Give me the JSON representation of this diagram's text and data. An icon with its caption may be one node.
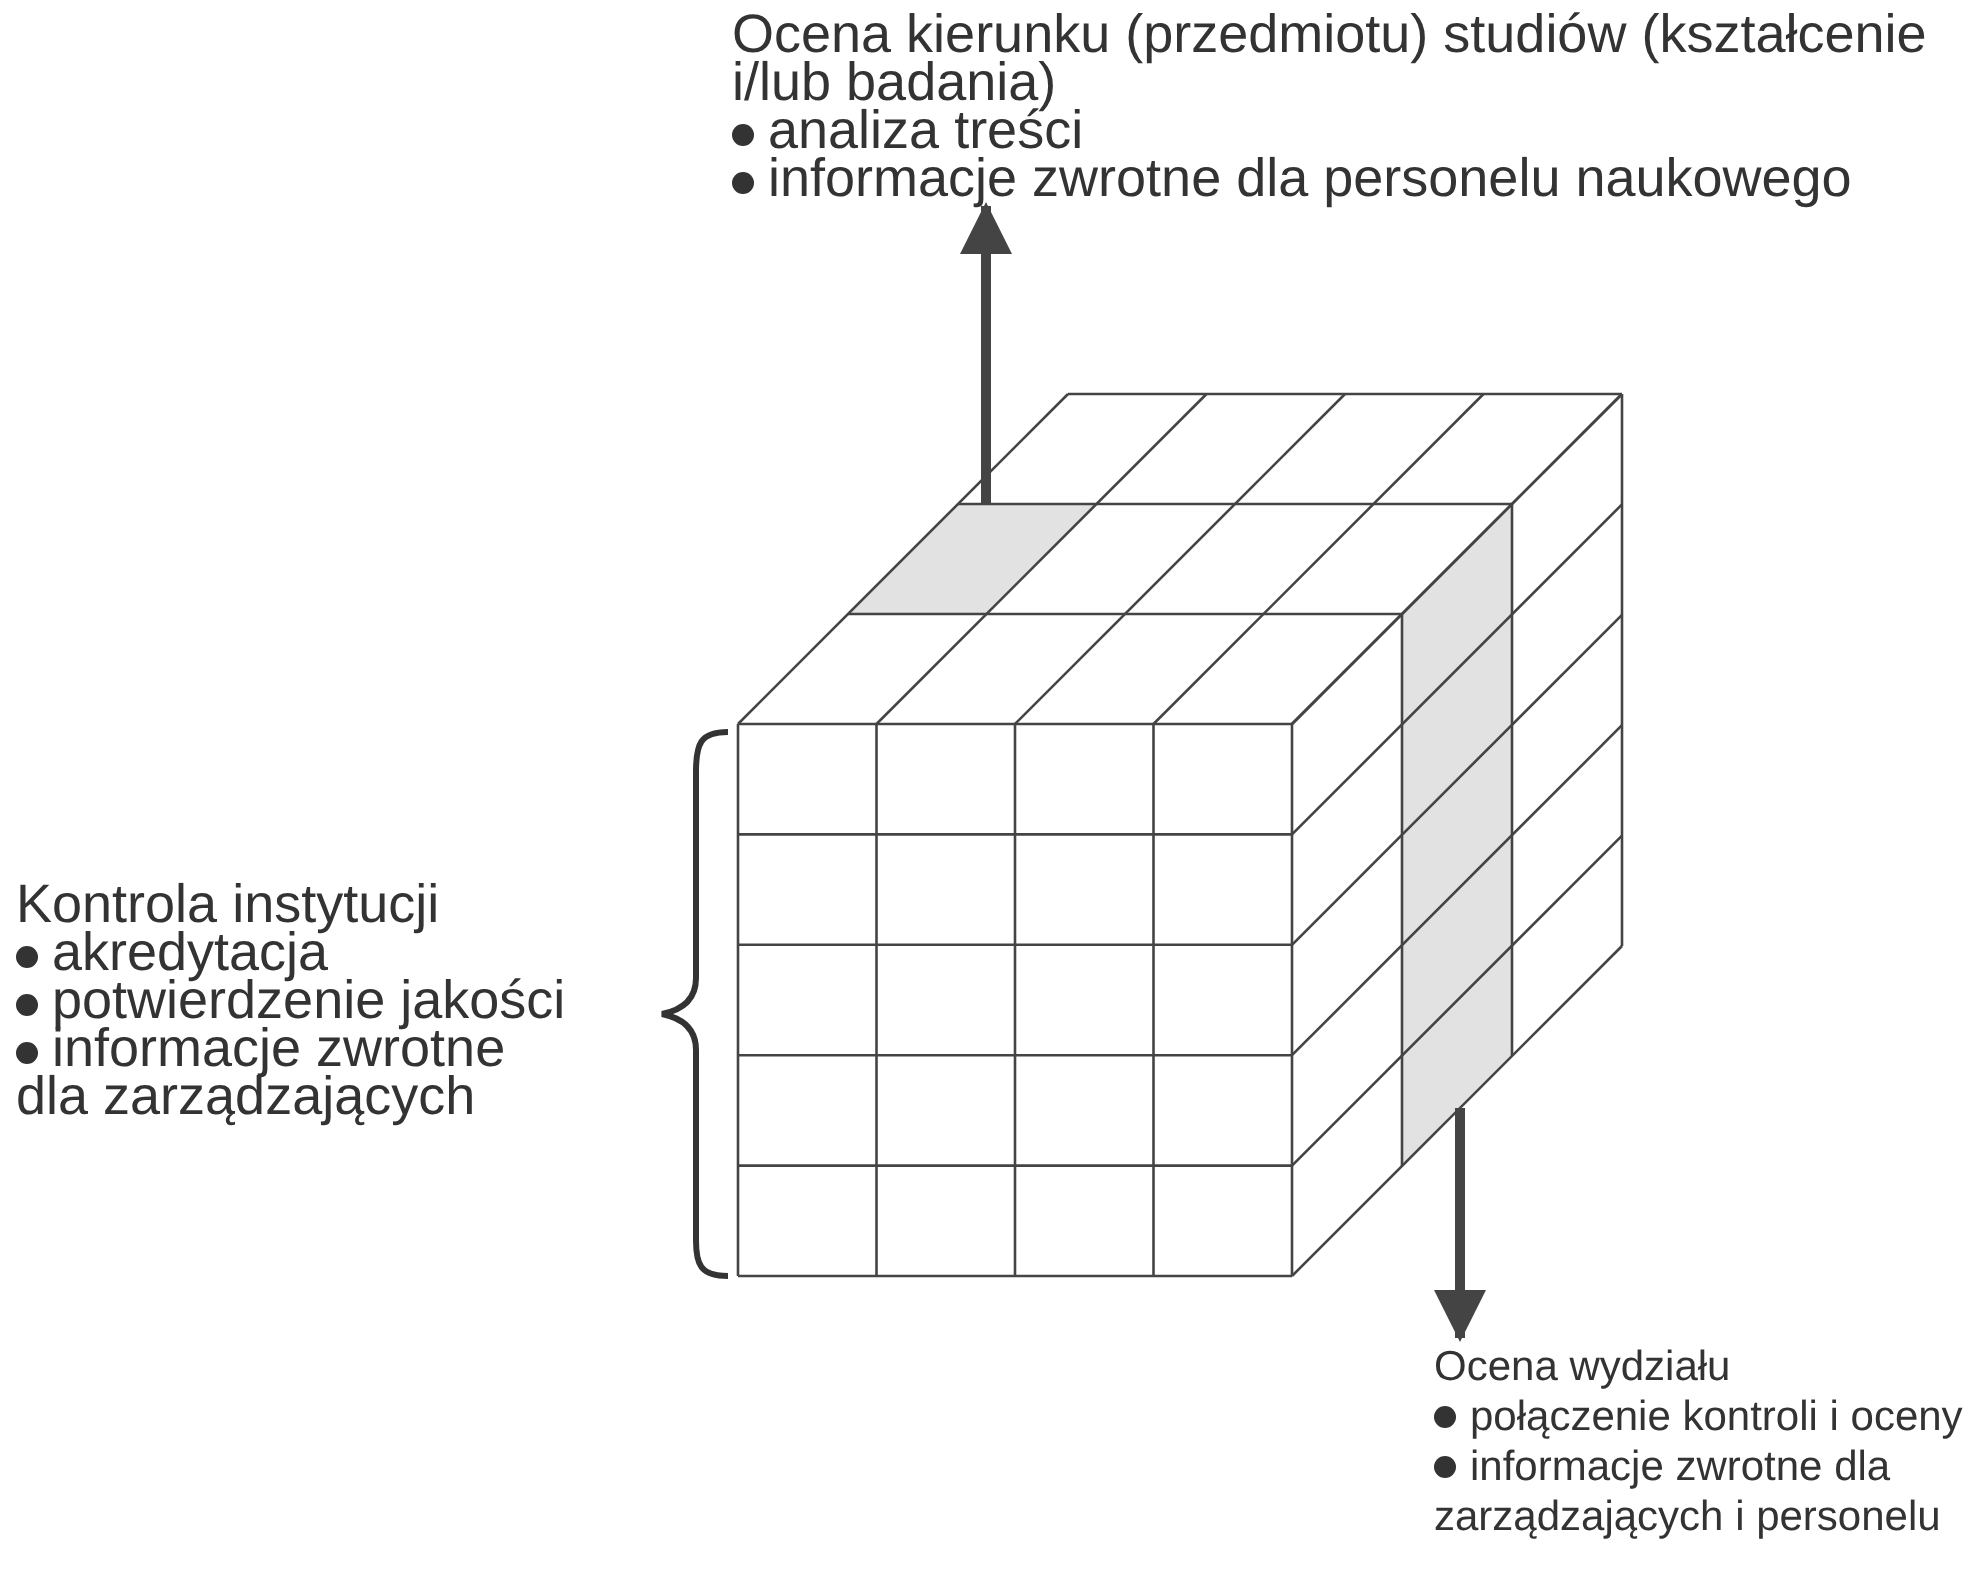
{
  "diagram": {
    "nodes": [
      {
        "text": [
          "Ocena kierunku (przedmiotu) studiów (kształcenie i/lub badania)",
          "analiza treści",
          "informacje zwrotne dla personelu naukowego"
        ]
      },
      {
        "text": [
          "Kontrola instytucji",
          "akredytacja",
          "potwierdzenie jakości",
          "informacje zwrotne dla zarządzających"
        ]
      },
      {
        "text": [
          "Ocena wydziału",
          "połączenie kontroli i oceny",
          "informacje zwrotne dla zarządzających i personelu"
        ]
      },
      {
        "text": [],
        "shape": "box"
      },
      {
        "text": [],
        "shape": "box"
      }
    ],
    "edges": [
      {
        "from": 3,
        "to": 0,
        "arrow": "to"
      },
      {
        "from": 4,
        "to": 2,
        "arrow": "to"
      }
    ]
  }
}
